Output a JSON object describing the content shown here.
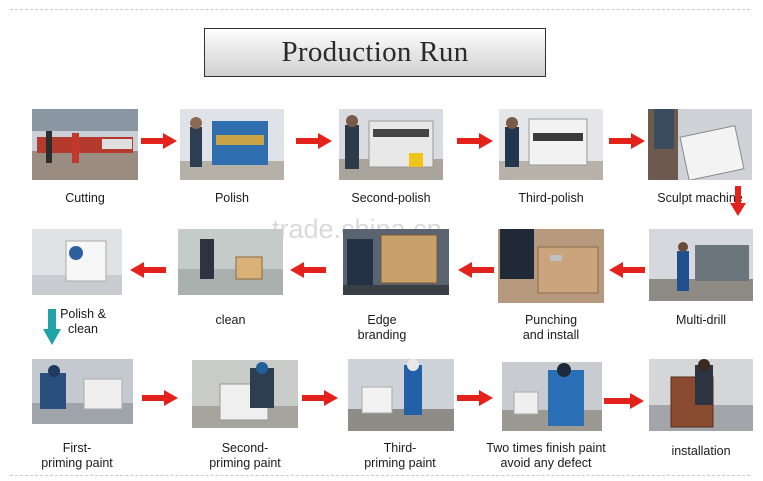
{
  "title": "Production Run",
  "watermark": "trade.china.cn",
  "steps": [
    {
      "label": "Cutting"
    },
    {
      "label": "Polish"
    },
    {
      "label": "Second-polish"
    },
    {
      "label": "Third-polish"
    },
    {
      "label": "Sculpt machine"
    },
    {
      "label": "Multi-drill"
    },
    {
      "label": "Punching\nand install"
    },
    {
      "label": "Edge\nbranding"
    },
    {
      "label": "clean"
    },
    {
      "label": "Polish &\nclean"
    },
    {
      "label": "First-\npriming paint"
    },
    {
      "label": "Second-\npriming paint"
    },
    {
      "label": "Third-\npriming paint"
    },
    {
      "label": "Two times finish paint\navoid any defect"
    },
    {
      "label": "installation"
    }
  ],
  "colors": {
    "arrow_red": "#e3221b",
    "arrow_teal": "#20a3a7"
  }
}
